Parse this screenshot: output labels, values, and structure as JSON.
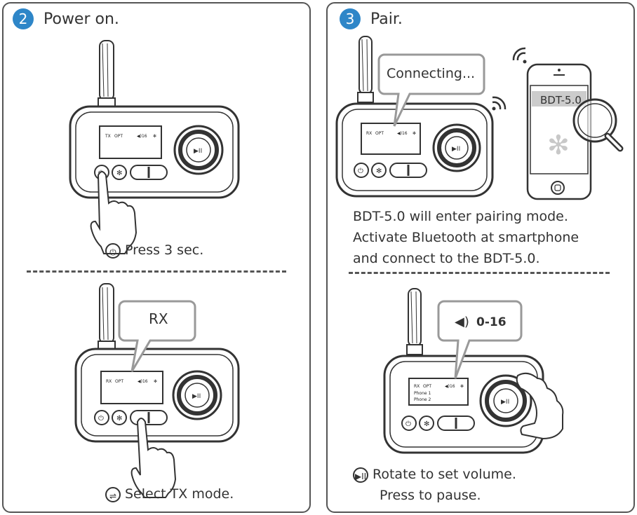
{
  "step2": {
    "number": "2",
    "title": "Power on.",
    "caption_power": "Press 3 sec.",
    "caption_mode": "Select TX mode.",
    "device1_screen": {
      "mode": "TX",
      "input": "OPT",
      "vol": "◀)16",
      "bt": "✻"
    },
    "device2_screen": {
      "mode": "RX",
      "input": "OPT",
      "vol": "◀)16",
      "bt": "✻"
    },
    "bubble_mode": "RX"
  },
  "step3": {
    "number": "3",
    "title": "Pair.",
    "bubble_connecting": "Connecting...",
    "phone_device_name": "BDT-5.0",
    "caption_pairing": [
      "BDT-5.0 will enter pairing mode.",
      "Activate Bluetooth at smartphone",
      "and connect to the BDT-5.0."
    ],
    "device3_screen": {
      "mode": "RX",
      "input": "OPT",
      "vol": "◀)16",
      "bt": "✻"
    },
    "device4_screen": {
      "mode": "RX",
      "input": "OPT",
      "vol": "◀)16",
      "bt": "✻",
      "line1": "Phone 1",
      "line2": "Phone 2"
    },
    "bubble_volume": "0-16",
    "caption_volume": [
      "Rotate to set volume.",
      "Press to pause."
    ]
  },
  "colors": {
    "accent": "#2e86c8",
    "ink": "#333333"
  }
}
